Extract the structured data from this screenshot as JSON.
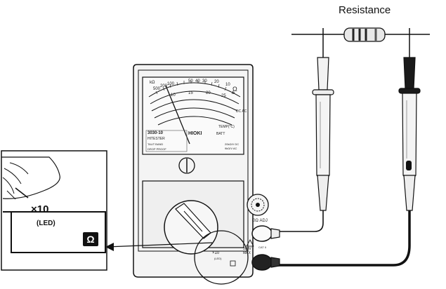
{
  "labels": {
    "resistance": "Resistance",
    "zoom_x10": "×10",
    "zoom_led": "(LED)",
    "zoom_ohm": "Ω"
  },
  "meter": {
    "brand": "HIOKI",
    "model": "3030-10",
    "model_name": "HITESTER",
    "unit_ohm": "Ω",
    "scale_kohm": "kΩ",
    "scale_numbers_top": [
      "500",
      "200",
      "100",
      "50",
      "40",
      "30",
      "20",
      "10",
      "5"
    ],
    "scale_numbers_mid": [
      "10",
      "15",
      "20",
      "25"
    ],
    "dc_ac_label": "DC AC",
    "temp_label": "TEMP(°C)",
    "batt_label": "BATT",
    "spec_line1": "20kΩ/V DC",
    "spec_line2": "9kΩ/V AC",
    "taut_band": "TAUT BAND",
    "drop_proof": "DROP PROOF",
    "zero_adj": "0Ω ADJ",
    "max_label1": "500V",
    "max_label2": "MAX",
    "cat_label": "CAT II",
    "dial_x10": "×10",
    "dial_led": "(LED)"
  },
  "colors": {
    "line": "#111111",
    "meter_body": "#f4f4f4",
    "probe_dark": "#111111"
  }
}
